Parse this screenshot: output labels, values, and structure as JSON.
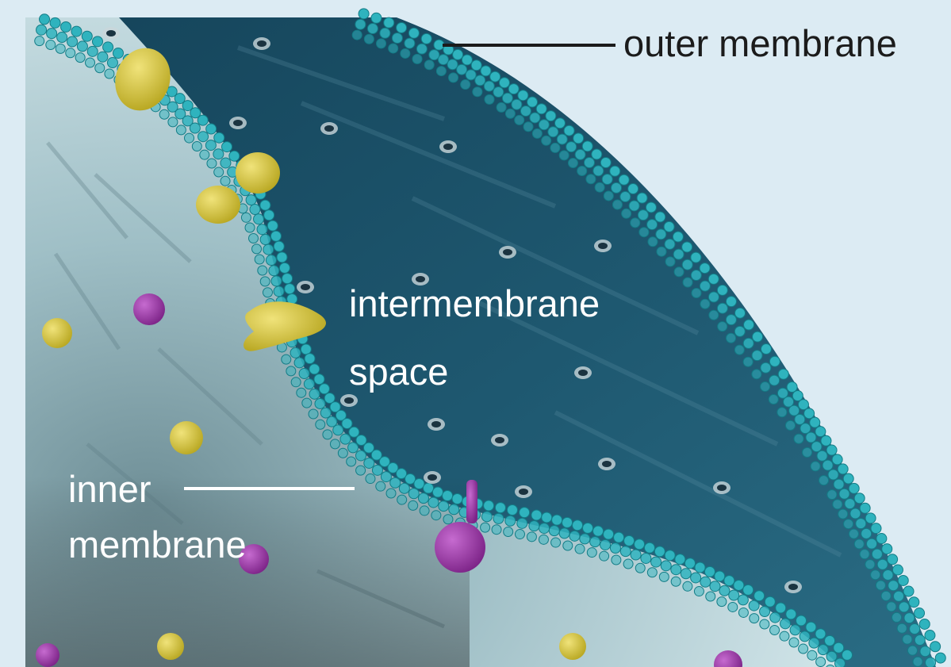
{
  "labels": {
    "outer": "outer membrane",
    "intermembrane_line1": "intermembrane",
    "intermembrane_line2": "space",
    "inner_line1": "inner",
    "inner_line2": "membrane"
  },
  "colors": {
    "background": "#dcebf3",
    "intermembrane_space": "#1d4f66",
    "matrix": "#b8d0d6",
    "lipid_head": "#2fb3be",
    "protein_yellow": "#d4c43a",
    "protein_purple": "#9b3fa6",
    "outer_leader": "#1b1b1b",
    "inner_leader": "#ffffff"
  }
}
